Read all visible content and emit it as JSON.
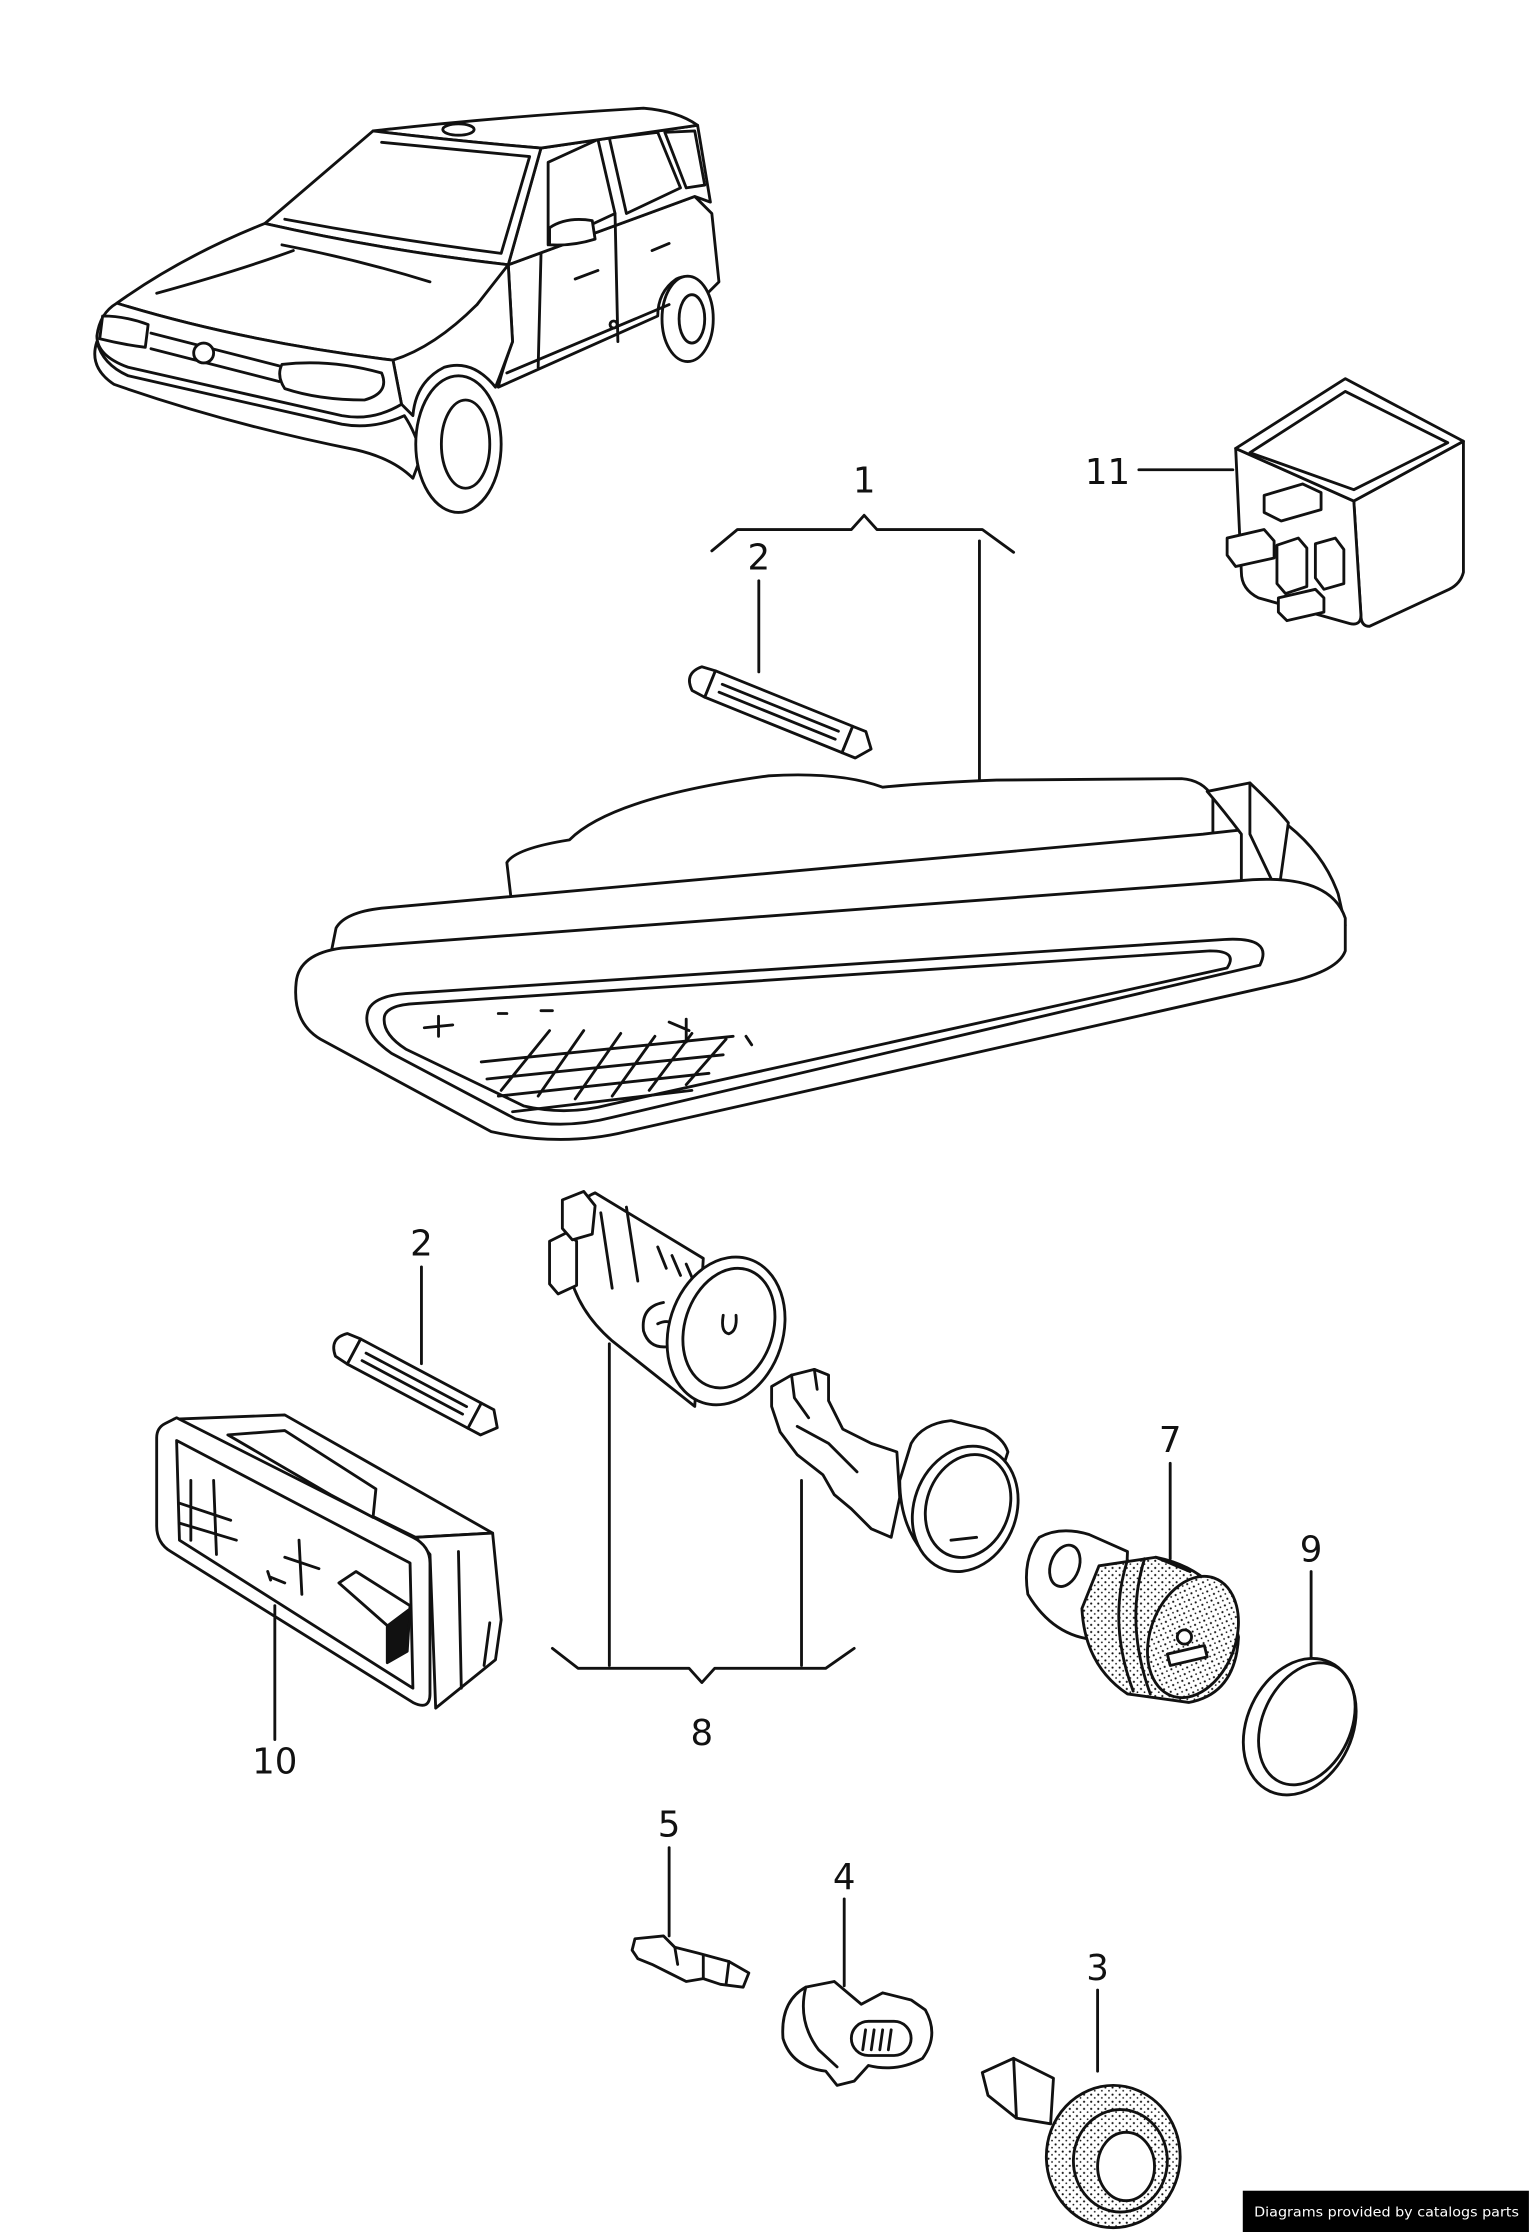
{
  "diagram": {
    "callouts": [
      {
        "label": "1"
      },
      {
        "label": "2"
      },
      {
        "label": "2"
      },
      {
        "label": "3"
      },
      {
        "label": "4"
      },
      {
        "label": "5"
      },
      {
        "label": "7"
      },
      {
        "label": "8"
      },
      {
        "label": "9"
      },
      {
        "label": "10"
      },
      {
        "label": "11"
      }
    ]
  },
  "watermark": {
    "text": "Diagrams provided by catalogs parts"
  },
  "colors": {
    "line": "#111111",
    "background": "#ffffff",
    "watermark_background": "#000000",
    "watermark_text": "#ffffff"
  }
}
